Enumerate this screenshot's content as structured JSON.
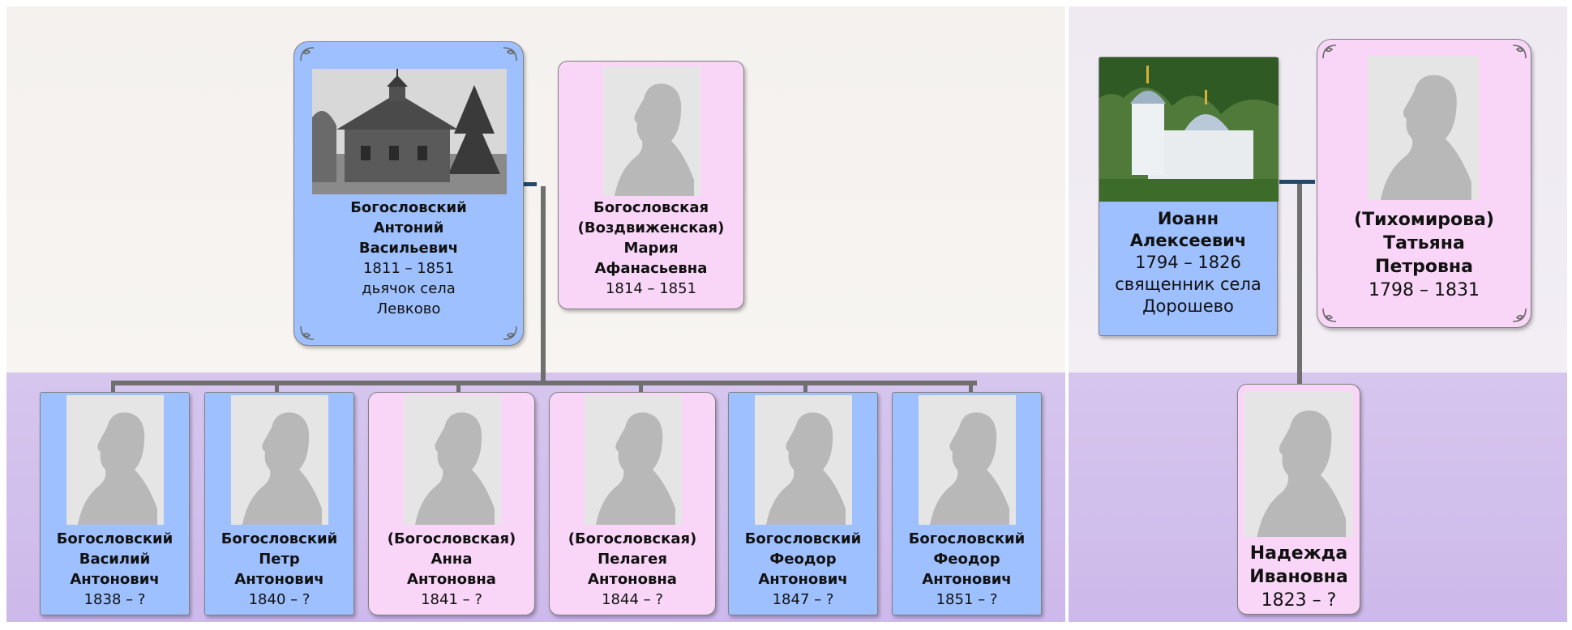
{
  "parents_left": {
    "father": {
      "lines": [
        "Богословский",
        "Антоний",
        "Васильевич"
      ],
      "years": "1811 – 1851",
      "note": [
        "дьячок села",
        "Левково"
      ],
      "photo": "wooden-church-photo"
    },
    "mother": {
      "lines": [
        "Богословская",
        "(Воздвиженская)",
        "Мария",
        "Афанасьевна"
      ],
      "years": "1814 – 1851",
      "photo": "silhouette-female"
    }
  },
  "children": [
    {
      "lines": [
        "Богословский",
        "Василий",
        "Антонович"
      ],
      "years": "1838 – ?",
      "gender": "male"
    },
    {
      "lines": [
        "Богословский",
        "Петр",
        "Антонович"
      ],
      "years": "1840 – ?",
      "gender": "male"
    },
    {
      "lines": [
        "(Богословская)",
        "Анна",
        "Антоновна"
      ],
      "years": "1841 – ?",
      "gender": "female"
    },
    {
      "lines": [
        "(Богословская)",
        "Пелагея",
        "Антоновна"
      ],
      "years": "1844 – ?",
      "gender": "female"
    },
    {
      "lines": [
        "Богословский",
        "Феодор",
        "Антонович"
      ],
      "years": "1847 – ?",
      "gender": "male"
    },
    {
      "lines": [
        "Богословский",
        "Феодор",
        "Антонович"
      ],
      "years": "1851 – ?",
      "gender": "male"
    }
  ],
  "parents_right": {
    "father": {
      "lines": [
        "Иоанн",
        "Алексеевич"
      ],
      "years": "1794 – 1826",
      "note": [
        "священник села",
        "Дорошево"
      ],
      "photo": "white-church-photo"
    },
    "mother": {
      "lines": [
        "(Тихомирова)",
        "Татьяна",
        "Петровна"
      ],
      "years": "1798 – 1831",
      "photo": "silhouette-female"
    }
  },
  "child_right": {
    "lines": [
      "Надежда",
      "Ивановна"
    ],
    "years": "1823 – ?",
    "gender": "female"
  },
  "colors": {
    "male": "#9ec0ff",
    "female": "#f9d6f7",
    "connector": "#6f6f6f",
    "spouse_link": "#23486a",
    "lower_band": "#d6c6ee"
  }
}
